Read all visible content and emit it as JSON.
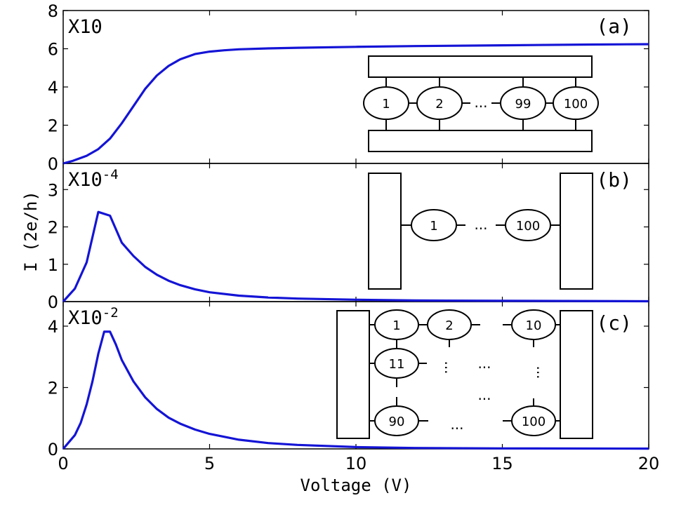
{
  "chart_data": {
    "type": "line",
    "xlabel": "Voltage (V)",
    "ylabel": "I (2e/h)",
    "xlim": [
      0,
      20
    ],
    "xticks": [
      "0",
      "5",
      "10",
      "15",
      "20"
    ],
    "line_color": "#1414d6",
    "grid": false,
    "panels": [
      {
        "label": "(a)",
        "scale_base": "X10",
        "scale_exp": "",
        "ylim": [
          0,
          8
        ],
        "yticks": [
          "0",
          "2",
          "4",
          "6",
          "8"
        ],
        "x": [
          0,
          0.3,
          0.8,
          1.2,
          1.6,
          2,
          2.4,
          2.8,
          3.2,
          3.6,
          4,
          4.5,
          5,
          5.5,
          6,
          7,
          8,
          10,
          12,
          15,
          18,
          20
        ],
        "y": [
          0,
          0.12,
          0.4,
          0.75,
          1.3,
          2.1,
          3,
          3.9,
          4.6,
          5.1,
          5.45,
          5.72,
          5.85,
          5.92,
          5.97,
          6.02,
          6.05,
          6.1,
          6.14,
          6.18,
          6.22,
          6.24
        ],
        "inset": {
          "nodes": [
            "1",
            "2",
            "99",
            "100"
          ],
          "ellipsis": "..."
        }
      },
      {
        "label": "(b)",
        "scale_base": "X10",
        "scale_exp": "-4",
        "ylim": [
          0,
          3.7
        ],
        "yticks": [
          "0",
          "1",
          "2",
          "3"
        ],
        "x": [
          0,
          0.4,
          0.8,
          1.2,
          1.6,
          2,
          2.4,
          2.8,
          3.2,
          3.6,
          4,
          4.5,
          5,
          6,
          7,
          8,
          10,
          12,
          15,
          20
        ],
        "y": [
          0,
          0.35,
          1.05,
          2.4,
          2.3,
          1.58,
          1.22,
          0.93,
          0.72,
          0.56,
          0.44,
          0.33,
          0.25,
          0.16,
          0.11,
          0.08,
          0.05,
          0.03,
          0.02,
          0.01
        ],
        "inset": {
          "nodes": [
            "1",
            "100"
          ],
          "ellipsis": "..."
        }
      },
      {
        "label": "(c)",
        "scale_base": "X10",
        "scale_exp": "-2",
        "ylim": [
          0,
          4.8
        ],
        "yticks": [
          "0",
          "2",
          "4"
        ],
        "x": [
          0,
          0.4,
          0.6,
          0.8,
          1,
          1.2,
          1.4,
          1.6,
          1.8,
          2,
          2.4,
          2.8,
          3.2,
          3.6,
          4,
          4.5,
          5,
          6,
          7,
          8,
          10,
          12,
          15,
          20
        ],
        "y": [
          0,
          0.45,
          0.85,
          1.45,
          2.2,
          3.1,
          3.82,
          3.82,
          3.4,
          2.9,
          2.2,
          1.68,
          1.3,
          1.02,
          0.82,
          0.63,
          0.49,
          0.3,
          0.19,
          0.13,
          0.06,
          0.03,
          0.015,
          0.01
        ],
        "inset": {
          "nodes": [
            "1",
            "2",
            "10",
            "11",
            "90",
            "100"
          ],
          "ellipsis": "..."
        }
      }
    ]
  }
}
